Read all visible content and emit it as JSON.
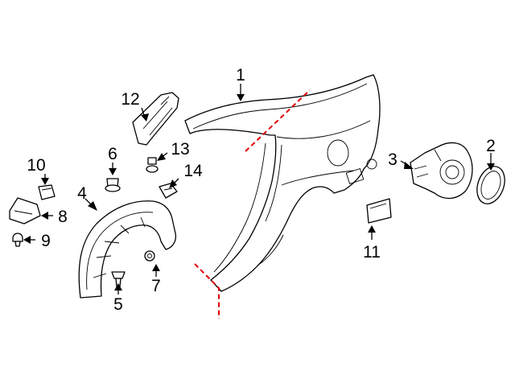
{
  "callouts": [
    {
      "id": "c1",
      "text": "1"
    },
    {
      "id": "c2",
      "text": "2"
    },
    {
      "id": "c3",
      "text": "3"
    },
    {
      "id": "c4",
      "text": "4"
    },
    {
      "id": "c5",
      "text": "5"
    },
    {
      "id": "c6",
      "text": "6"
    },
    {
      "id": "c7",
      "text": "7"
    },
    {
      "id": "c8",
      "text": "8"
    },
    {
      "id": "c9",
      "text": "9"
    },
    {
      "id": "c10",
      "text": "10"
    },
    {
      "id": "c11",
      "text": "11"
    },
    {
      "id": "c12",
      "text": "12"
    },
    {
      "id": "c13",
      "text": "13"
    },
    {
      "id": "c14",
      "text": "14"
    }
  ],
  "colors": {
    "line": "#000000",
    "cut_line": "#e00000",
    "background": "#ffffff"
  }
}
